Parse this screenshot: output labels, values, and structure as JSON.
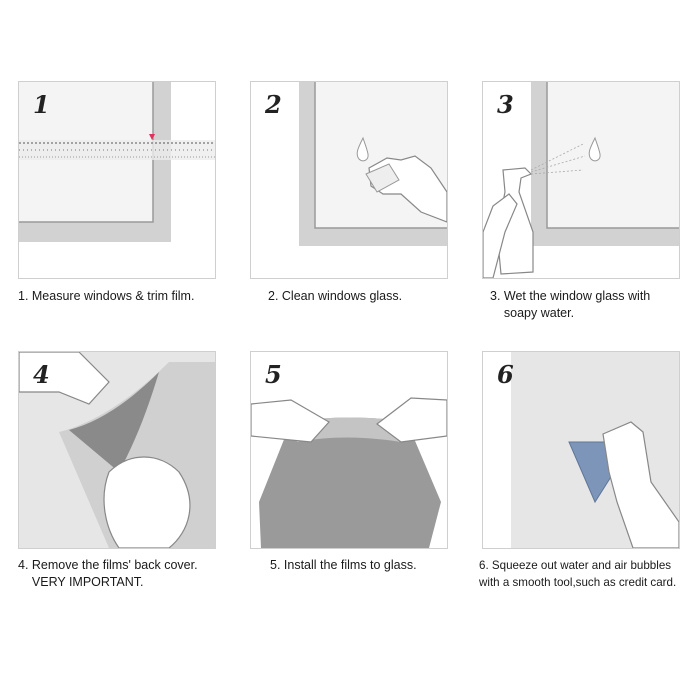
{
  "steps": [
    {
      "number": "1",
      "caption": "1. Measure windows & trim film."
    },
    {
      "number": "2",
      "caption": "2. Clean windows glass."
    },
    {
      "number": "3",
      "caption": "3. Wet the window glass with\n    soapy water."
    },
    {
      "number": "4",
      "caption": "4. Remove the films' back cover.\n    VERY IMPORTANT."
    },
    {
      "number": "5",
      "caption": "5. Install the films to glass."
    },
    {
      "number": "6",
      "caption": "6. Squeeze out water and air bubbles\nwith a smooth tool,such as credit card."
    }
  ],
  "colors": {
    "frame": "#cfcfcf",
    "glass": "#f3f3f3",
    "film": "#8a8a8a",
    "card": "#7d95b8",
    "ruler_mark": "#e0325a"
  }
}
